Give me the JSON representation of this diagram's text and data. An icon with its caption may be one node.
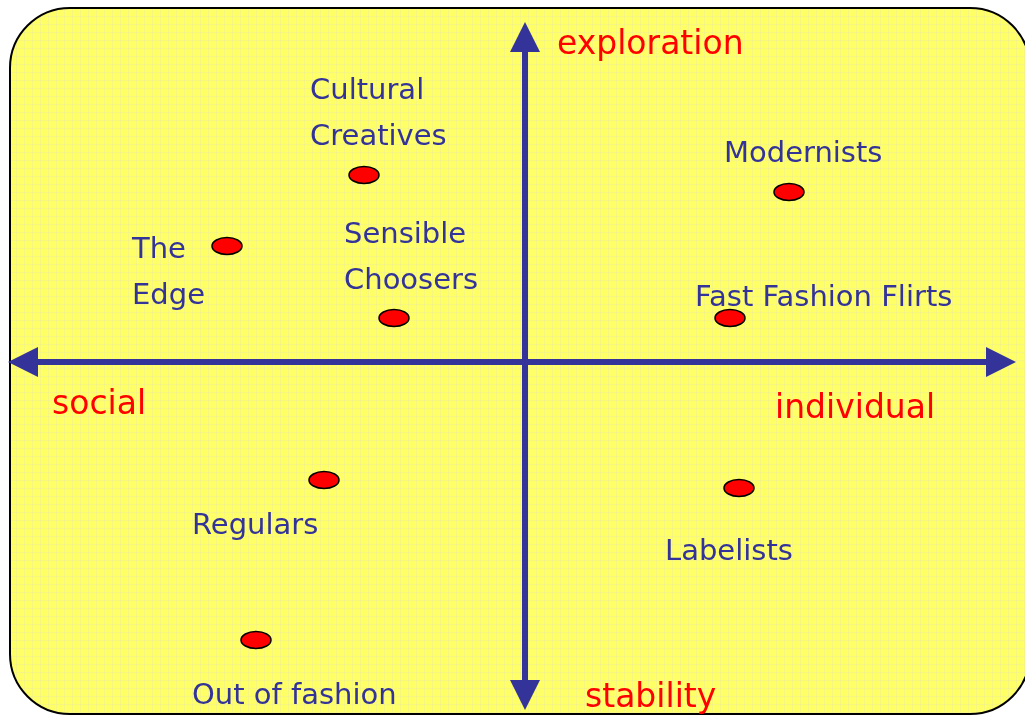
{
  "diagram": {
    "labels": [
      "exploration",
      "Cultural Creatives",
      "Modernists",
      "Sensible Choosers",
      "The Edge",
      "Fast Fashion Flirts",
      "social",
      "individual",
      "Regulars",
      "Labelists",
      "Out of fashion",
      "stability"
    ]
  }
}
